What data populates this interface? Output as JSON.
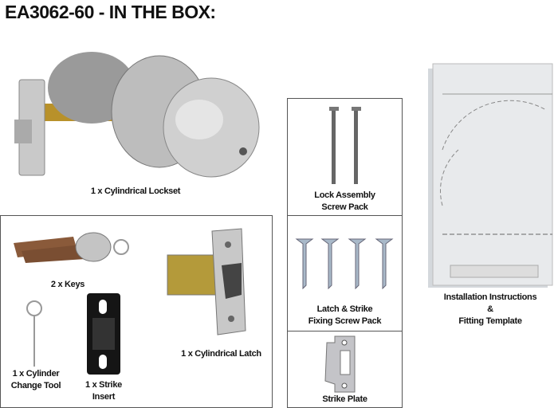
{
  "title": "EA3062-60 - IN THE BOX:",
  "items": {
    "lockset": "1 x Cylindrical Lockset",
    "keys": "2 x Keys",
    "latch": "1 x Cylindrical Latch",
    "change_tool_1": "1 x Cylinder",
    "change_tool_2": "Change Tool",
    "strike_insert_1": "1 x Strike",
    "strike_insert_2": "Insert",
    "lock_screws_1": "Lock Assembly",
    "lock_screws_2": "Screw Pack",
    "fixing_screws_1": "Latch & Strike",
    "fixing_screws_2": "Fixing Screw Pack",
    "strike_plate": "Strike Plate",
    "instructions_1": "Installation Instructions",
    "instructions_2": "&",
    "instructions_3": "Fitting Template"
  }
}
